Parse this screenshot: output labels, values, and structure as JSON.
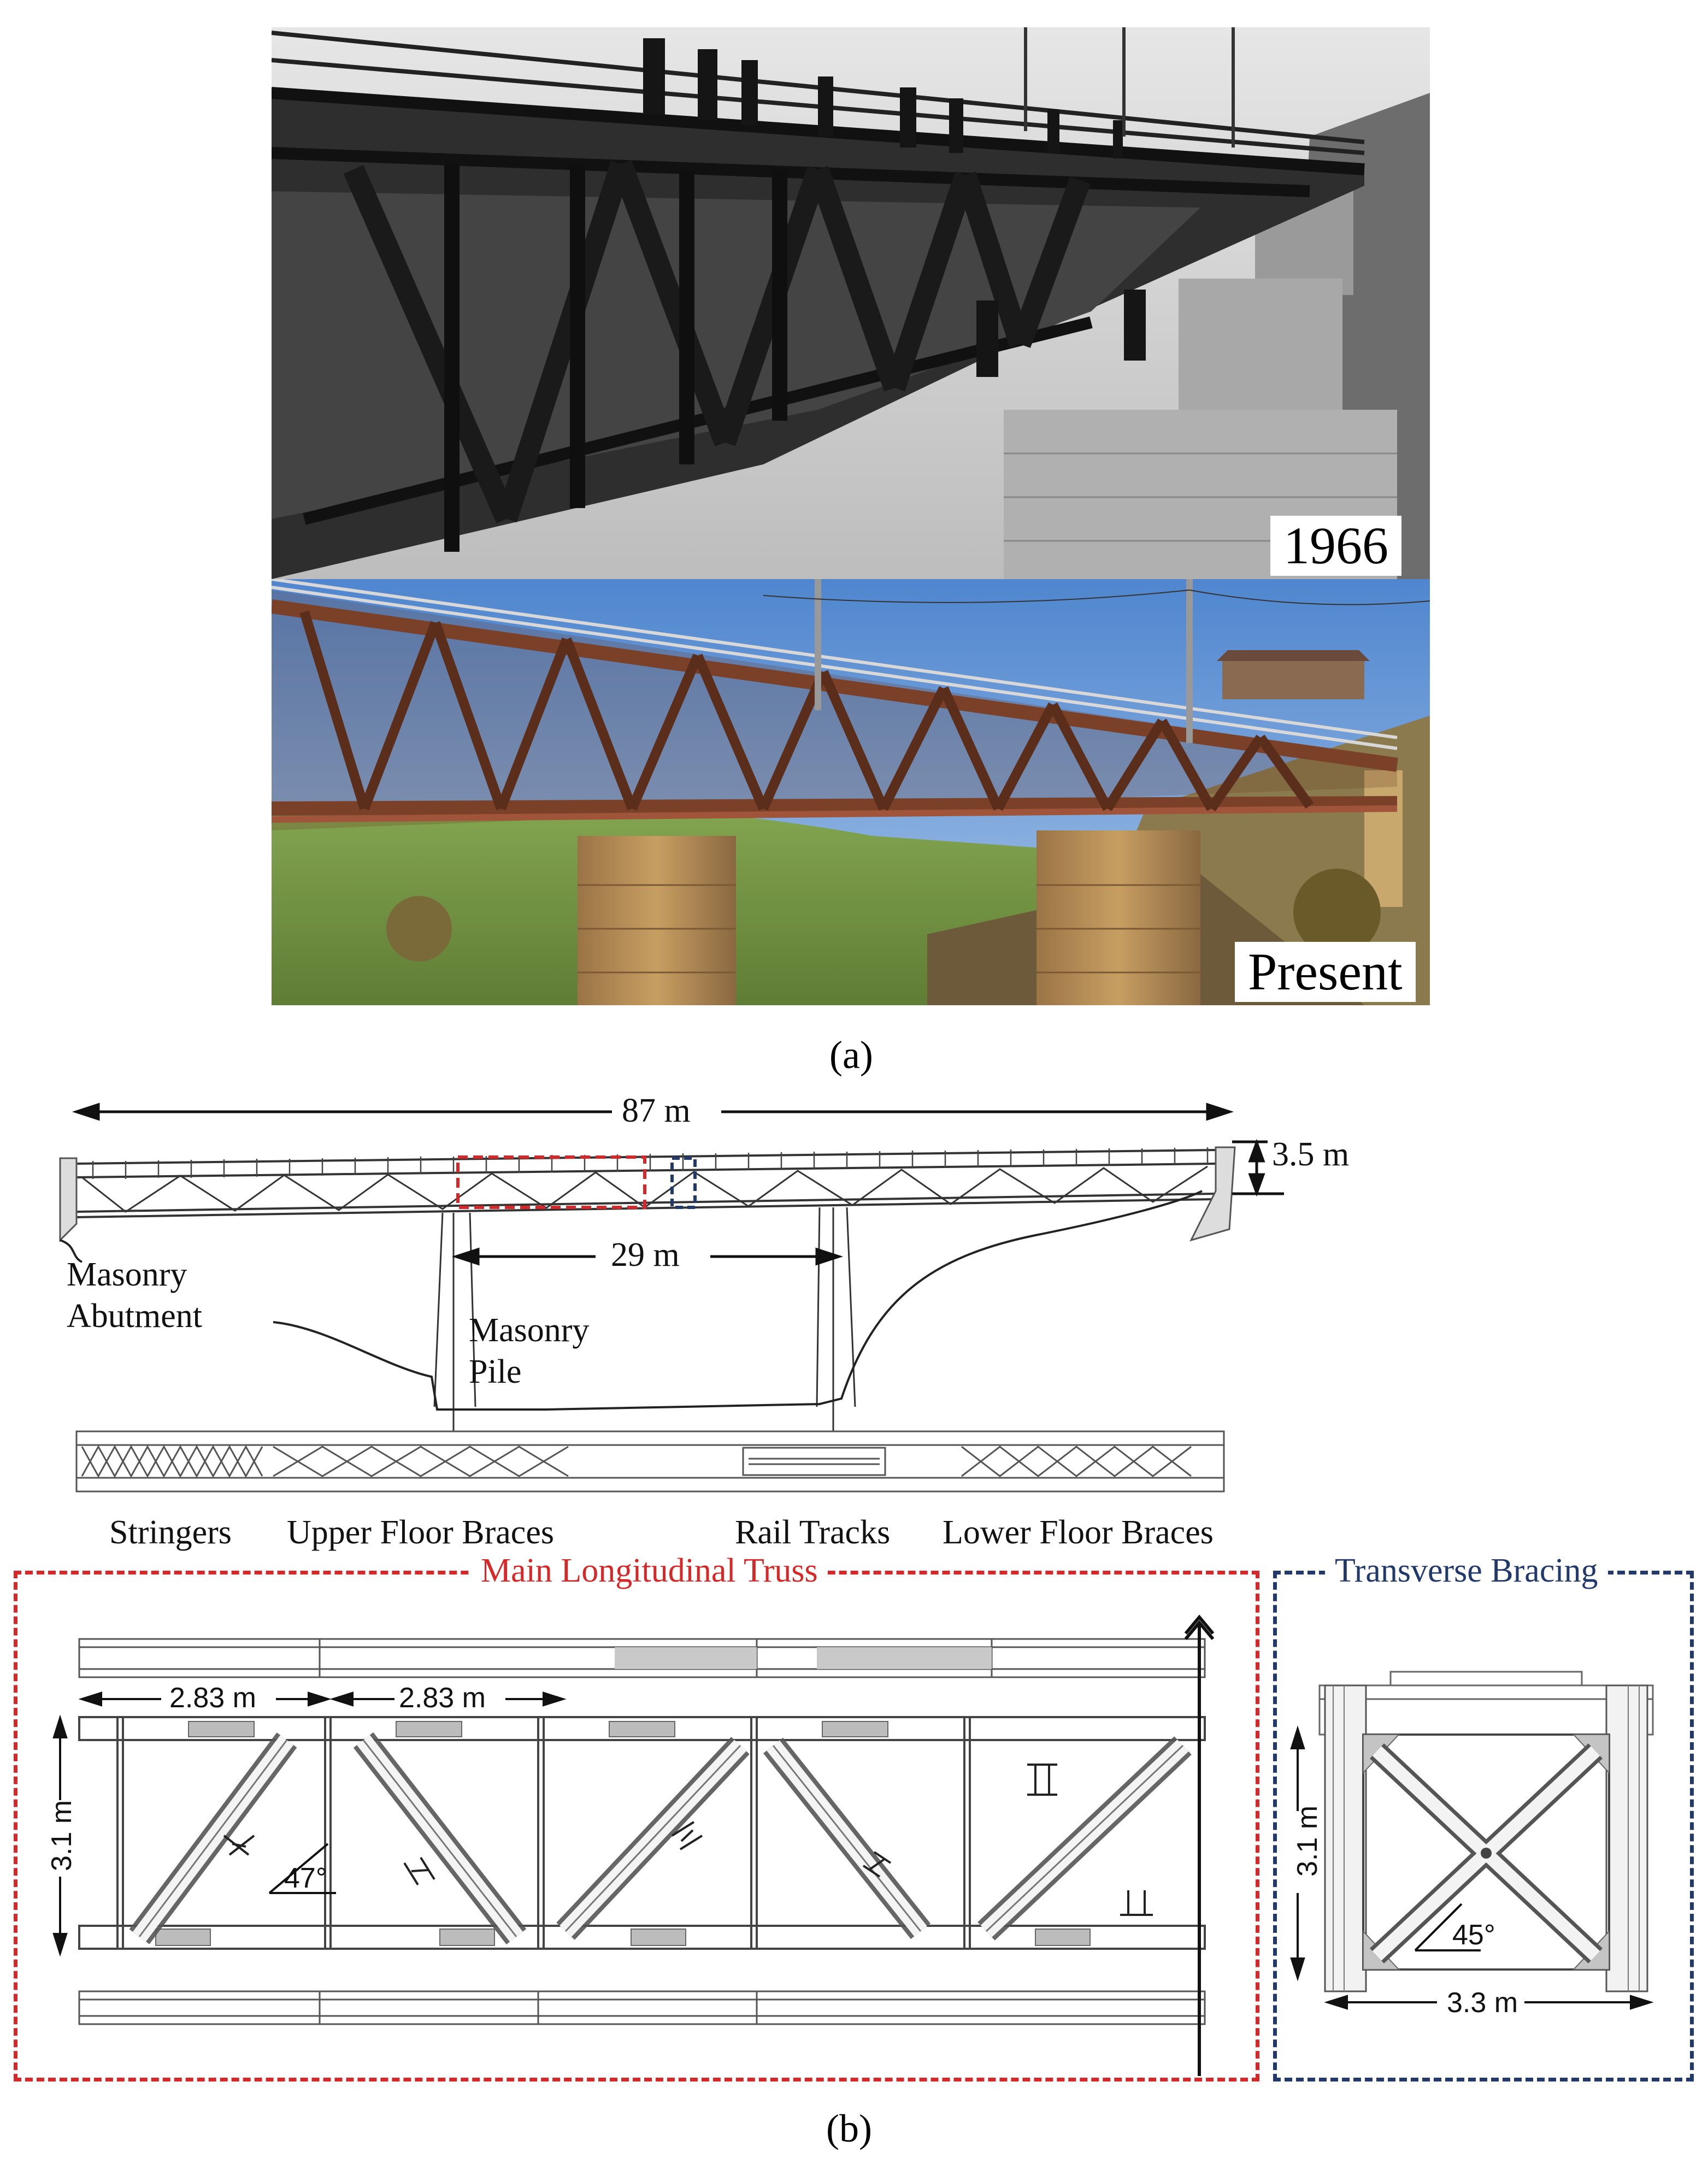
{
  "panel_a": {
    "photo_old_label": "1966",
    "photo_new_label": "Present",
    "caption": "(a)"
  },
  "panel_b": {
    "caption": "(b)",
    "elevation": {
      "total_length": "87 m",
      "height": "3.5 m",
      "span": "29 m",
      "abutment_label_1": "Masonry",
      "abutment_label_2": "Abutment",
      "pile_label_1": "Masonry",
      "pile_label_2": "Pile"
    },
    "plan_labels": {
      "stringers": "Stringers",
      "upper_floor_braces": "Upper Floor Braces",
      "rail_tracks": "Rail Tracks",
      "lower_floor_braces": "Lower Floor Braces"
    },
    "main_truss": {
      "title": "Main Longitudinal Truss",
      "panel_width_1": "2.83 m",
      "panel_width_2": "2.83 m",
      "height": "3.1 m",
      "angle": "47°"
    },
    "transverse": {
      "title": "Transverse Bracing",
      "height": "3.1 m",
      "width": "3.3 m",
      "angle": "45°"
    }
  },
  "colors": {
    "main_truss_red": "#d62828",
    "transverse_blue": "#213a6b",
    "sky": "#6f9fd6",
    "rust": "#8a4a2a",
    "stone": "#b48a55",
    "grass": "#7ea04a"
  }
}
